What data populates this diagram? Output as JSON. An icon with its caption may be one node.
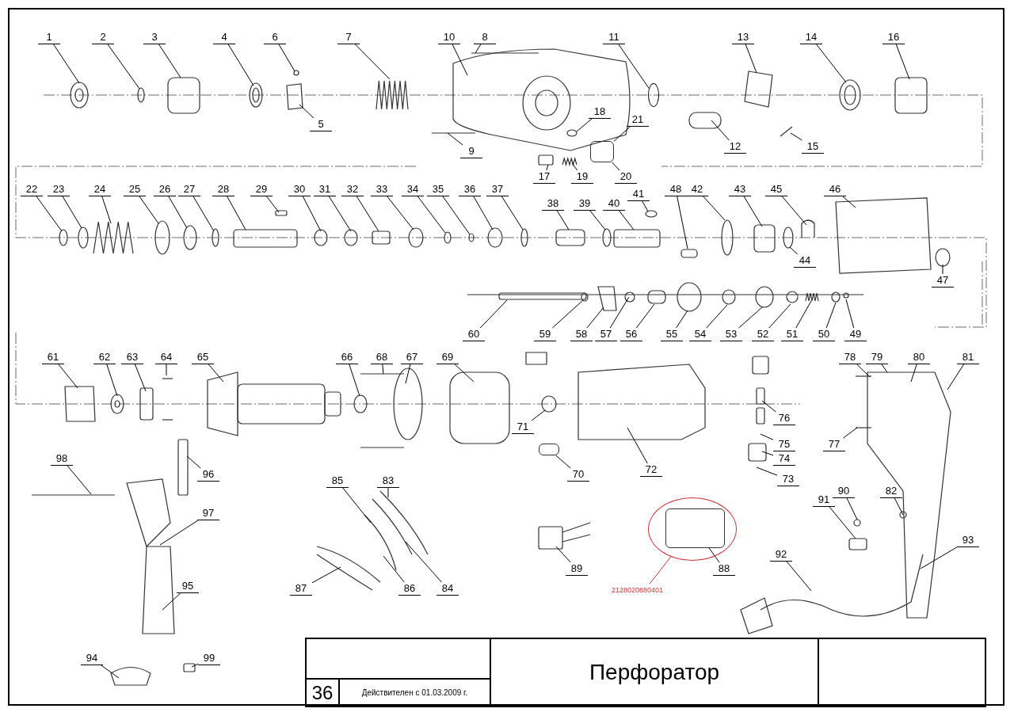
{
  "diagram": {
    "nodes": [
      {
        "text": [
          "1"
        ]
      },
      {
        "text": [
          "2"
        ]
      },
      {
        "text": [
          "3"
        ]
      },
      {
        "text": [
          "4"
        ]
      },
      {
        "text": [
          "5"
        ]
      },
      {
        "text": [
          "6"
        ]
      },
      {
        "text": [
          "7"
        ]
      },
      {
        "text": [
          "8"
        ]
      },
      {
        "text": [
          "9"
        ]
      },
      {
        "text": [
          "10"
        ]
      },
      {
        "text": [
          "11"
        ]
      },
      {
        "text": [
          "12"
        ]
      },
      {
        "text": [
          "13"
        ]
      },
      {
        "text": [
          "14"
        ]
      },
      {
        "text": [
          "15"
        ]
      },
      {
        "text": [
          "16"
        ]
      },
      {
        "text": [
          "17"
        ]
      },
      {
        "text": [
          "18"
        ]
      },
      {
        "text": [
          "19"
        ]
      },
      {
        "text": [
          "20"
        ]
      },
      {
        "text": [
          "21"
        ]
      },
      {
        "text": [
          "22"
        ]
      },
      {
        "text": [
          "23"
        ]
      },
      {
        "text": [
          "24"
        ]
      },
      {
        "text": [
          "25"
        ]
      },
      {
        "text": [
          "26"
        ]
      },
      {
        "text": [
          "27"
        ]
      },
      {
        "text": [
          "28"
        ]
      },
      {
        "text": [
          "29"
        ]
      },
      {
        "text": [
          "30"
        ]
      },
      {
        "text": [
          "31"
        ]
      },
      {
        "text": [
          "32"
        ]
      },
      {
        "text": [
          "33"
        ]
      },
      {
        "text": [
          "34"
        ]
      },
      {
        "text": [
          "35"
        ]
      },
      {
        "text": [
          "36"
        ]
      },
      {
        "text": [
          "37"
        ]
      },
      {
        "text": [
          "38"
        ]
      },
      {
        "text": [
          "39"
        ]
      },
      {
        "text": [
          "40"
        ]
      },
      {
        "text": [
          "41"
        ]
      },
      {
        "text": [
          "42"
        ]
      },
      {
        "text": [
          "43"
        ]
      },
      {
        "text": [
          "44"
        ]
      },
      {
        "text": [
          "45"
        ]
      },
      {
        "text": [
          "46"
        ]
      },
      {
        "text": [
          "47"
        ]
      },
      {
        "text": [
          "48"
        ]
      },
      {
        "text": [
          "49"
        ]
      },
      {
        "text": [
          "50"
        ]
      },
      {
        "text": [
          "51"
        ]
      },
      {
        "text": [
          "52"
        ]
      },
      {
        "text": [
          "53"
        ]
      },
      {
        "text": [
          "54"
        ]
      },
      {
        "text": [
          "55"
        ]
      },
      {
        "text": [
          "56"
        ]
      },
      {
        "text": [
          "57"
        ]
      },
      {
        "text": [
          "58"
        ]
      },
      {
        "text": [
          "59"
        ]
      },
      {
        "text": [
          "60"
        ]
      },
      {
        "text": [
          "61"
        ]
      },
      {
        "text": [
          "62"
        ]
      },
      {
        "text": [
          "63"
        ]
      },
      {
        "text": [
          "64"
        ]
      },
      {
        "text": [
          "65"
        ]
      },
      {
        "text": [
          "66"
        ]
      },
      {
        "text": [
          "67"
        ]
      },
      {
        "text": [
          "68"
        ]
      },
      {
        "text": [
          "69"
        ]
      },
      {
        "text": [
          "70"
        ]
      },
      {
        "text": [
          "71"
        ]
      },
      {
        "text": [
          "72"
        ]
      },
      {
        "text": [
          "73"
        ]
      },
      {
        "text": [
          "74"
        ]
      },
      {
        "text": [
          "75"
        ]
      },
      {
        "text": [
          "76"
        ]
      },
      {
        "text": [
          "77"
        ]
      },
      {
        "text": [
          "78"
        ]
      },
      {
        "text": [
          "79"
        ]
      },
      {
        "text": [
          "80"
        ]
      },
      {
        "text": [
          "81"
        ]
      },
      {
        "text": [
          "82"
        ]
      },
      {
        "text": [
          "83"
        ]
      },
      {
        "text": [
          "84"
        ]
      },
      {
        "text": [
          "85"
        ]
      },
      {
        "text": [
          "86"
        ]
      },
      {
        "text": [
          "87"
        ]
      },
      {
        "text": [
          "88"
        ]
      },
      {
        "text": [
          "89"
        ]
      },
      {
        "text": [
          "90"
        ]
      },
      {
        "text": [
          "91"
        ]
      },
      {
        "text": [
          "92"
        ]
      },
      {
        "text": [
          "93"
        ]
      },
      {
        "text": [
          "94"
        ]
      },
      {
        "text": [
          "95"
        ]
      },
      {
        "text": [
          "96"
        ]
      },
      {
        "text": [
          "97"
        ]
      },
      {
        "text": [
          "98"
        ]
      },
      {
        "text": [
          "99"
        ]
      },
      {
        "text": [
          "2128020880401"
        ]
      },
      {
        "text": [],
        "shape": "circle"
      },
      {
        "text": [],
        "shape": "box",
        "in": 100
      },
      {
        "text": [],
        "shape": "circle"
      },
      {
        "text": [],
        "shape": "box"
      },
      {
        "text": [],
        "shape": "box"
      }
    ],
    "edges": [
      {
        "from": 0,
        "to": null,
        "arrow": "none"
      },
      {
        "from": 1,
        "to": null,
        "arrow": "none"
      },
      {
        "from": 2,
        "to": null,
        "arrow": "none"
      },
      {
        "from": 3,
        "to": null,
        "arrow": "none"
      },
      {
        "from": 4,
        "to": null,
        "arrow": "none"
      },
      {
        "from": 5,
        "to": null,
        "arrow": "none"
      },
      {
        "from": 6,
        "to": null,
        "arrow": "none"
      },
      {
        "from": 7,
        "to": null,
        "arrow": "none"
      },
      {
        "from": 8,
        "to": null,
        "arrow": "none"
      },
      {
        "from": 9,
        "to": null,
        "arrow": "none"
      },
      {
        "from": 10,
        "to": 102,
        "arrow": "none"
      },
      {
        "from": 11,
        "to": null,
        "arrow": "none"
      },
      {
        "from": 12,
        "to": null,
        "arrow": "none"
      },
      {
        "from": 13,
        "to": null,
        "arrow": "none"
      },
      {
        "from": 14,
        "to": null,
        "arrow": "none"
      },
      {
        "from": 15,
        "to": null,
        "arrow": "none"
      },
      {
        "from": 16,
        "to": null,
        "arrow": "none"
      },
      {
        "from": 17,
        "to": null,
        "arrow": "none"
      },
      {
        "from": 18,
        "to": null,
        "arrow": "none"
      },
      {
        "from": 19,
        "to": 103,
        "arrow": "none"
      },
      {
        "from": 20,
        "to": 103,
        "arrow": "none"
      },
      {
        "from": 21,
        "to": null,
        "arrow": "none"
      },
      {
        "from": 22,
        "to": null,
        "arrow": "none"
      },
      {
        "from": 23,
        "to": null,
        "arrow": "none"
      },
      {
        "from": 24,
        "to": null,
        "arrow": "none"
      },
      {
        "from": 25,
        "to": null,
        "arrow": "none"
      },
      {
        "from": 26,
        "to": null,
        "arrow": "none"
      },
      {
        "from": 27,
        "to": null,
        "arrow": "none"
      },
      {
        "from": 28,
        "to": null,
        "arrow": "none"
      },
      {
        "from": 29,
        "to": null,
        "arrow": "none"
      },
      {
        "from": 30,
        "to": null,
        "arrow": "none"
      },
      {
        "from": 31,
        "to": null,
        "arrow": "none"
      },
      {
        "from": 32,
        "to": null,
        "arrow": "none"
      },
      {
        "from": 33,
        "to": null,
        "arrow": "none"
      },
      {
        "from": 34,
        "to": null,
        "arrow": "none"
      },
      {
        "from": 35,
        "to": null,
        "arrow": "none"
      },
      {
        "from": 36,
        "to": null,
        "arrow": "none"
      },
      {
        "from": 37,
        "to": null,
        "arrow": "none"
      },
      {
        "from": 38,
        "to": null,
        "arrow": "none"
      },
      {
        "from": 39,
        "to": null,
        "arrow": "none"
      },
      {
        "from": 40,
        "to": null,
        "arrow": "none"
      },
      {
        "from": 41,
        "to": null,
        "arrow": "none"
      },
      {
        "from": 42,
        "to": null,
        "arrow": "none"
      },
      {
        "from": 43,
        "to": null,
        "arrow": "none"
      },
      {
        "from": 44,
        "to": null,
        "arrow": "none"
      },
      {
        "from": 45,
        "to": null,
        "arrow": "none"
      },
      {
        "from": 46,
        "to": null,
        "arrow": "none"
      },
      {
        "from": 47,
        "to": null,
        "arrow": "none"
      },
      {
        "from": 48,
        "to": null,
        "arrow": "none"
      },
      {
        "from": 49,
        "to": null,
        "arrow": "none"
      },
      {
        "from": 50,
        "to": null,
        "arrow": "none"
      },
      {
        "from": 51,
        "to": null,
        "arrow": "none"
      },
      {
        "from": 52,
        "to": null,
        "arrow": "none"
      },
      {
        "from": 53,
        "to": null,
        "arrow": "none"
      },
      {
        "from": 54,
        "to": null,
        "arrow": "none"
      },
      {
        "from": 55,
        "to": null,
        "arrow": "none"
      },
      {
        "from": 56,
        "to": null,
        "arrow": "none"
      },
      {
        "from": 57,
        "to": null,
        "arrow": "none"
      },
      {
        "from": 58,
        "to": null,
        "arrow": "none"
      },
      {
        "from": 59,
        "to": null,
        "arrow": "none"
      },
      {
        "from": 60,
        "to": null,
        "arrow": "none"
      },
      {
        "from": 61,
        "to": null,
        "arrow": "none"
      },
      {
        "from": 62,
        "to": null,
        "arrow": "none"
      },
      {
        "from": 63,
        "to": null,
        "arrow": "none"
      },
      {
        "from": 64,
        "to": null,
        "arrow": "none"
      },
      {
        "from": 65,
        "to": null,
        "arrow": "none"
      },
      {
        "from": 66,
        "to": null,
        "arrow": "none"
      },
      {
        "from": 67,
        "to": null,
        "arrow": "none"
      },
      {
        "from": 68,
        "to": null,
        "arrow": "none"
      },
      {
        "from": 69,
        "to": 104,
        "arrow": "none"
      },
      {
        "from": 70,
        "to": null,
        "arrow": "none"
      },
      {
        "from": 71,
        "to": null,
        "arrow": "none"
      },
      {
        "from": 72,
        "to": null,
        "arrow": "none"
      },
      {
        "from": 73,
        "to": null,
        "arrow": "none"
      },
      {
        "from": 74,
        "to": null,
        "arrow": "none"
      },
      {
        "from": 75,
        "to": null,
        "arrow": "none"
      },
      {
        "from": 76,
        "to": null,
        "arrow": "none"
      },
      {
        "from": 77,
        "to": null,
        "arrow": "none"
      },
      {
        "from": 78,
        "to": null,
        "arrow": "none"
      },
      {
        "from": 79,
        "to": null,
        "arrow": "none"
      },
      {
        "from": 80,
        "to": null,
        "arrow": "none"
      },
      {
        "from": 81,
        "to": null,
        "arrow": "none"
      },
      {
        "from": 82,
        "to": null,
        "arrow": "none"
      },
      {
        "from": 83,
        "to": null,
        "arrow": "none"
      },
      {
        "from": 84,
        "to": null,
        "arrow": "none"
      },
      {
        "from": 85,
        "to": null,
        "arrow": "none"
      },
      {
        "from": 86,
        "to": null,
        "arrow": "none"
      },
      {
        "from": 87,
        "to": 101,
        "arrow": "none"
      },
      {
        "from": 88,
        "to": null,
        "arrow": "none"
      },
      {
        "from": 89,
        "to": null,
        "arrow": "none"
      },
      {
        "from": 90,
        "to": null,
        "arrow": "none"
      },
      {
        "from": 91,
        "to": null,
        "arrow": "none"
      },
      {
        "from": 92,
        "to": null,
        "arrow": "none"
      },
      {
        "from": 93,
        "to": null,
        "arrow": "none"
      },
      {
        "from": 94,
        "to": null,
        "arrow": "none"
      },
      {
        "from": 95,
        "to": null,
        "arrow": "none"
      },
      {
        "from": 96,
        "to": null,
        "arrow": "none"
      },
      {
        "from": 97,
        "to": null,
        "arrow": "none"
      },
      {
        "from": 98,
        "to": null,
        "arrow": "none"
      },
      {
        "from": 99,
        "to": 100,
        "arrow": "none",
        "color": "#cc3333"
      }
    ],
    "labels": [
      "36",
      "Действителен с 01.03.2009 г.",
      "Перфоратор"
    ]
  }
}
